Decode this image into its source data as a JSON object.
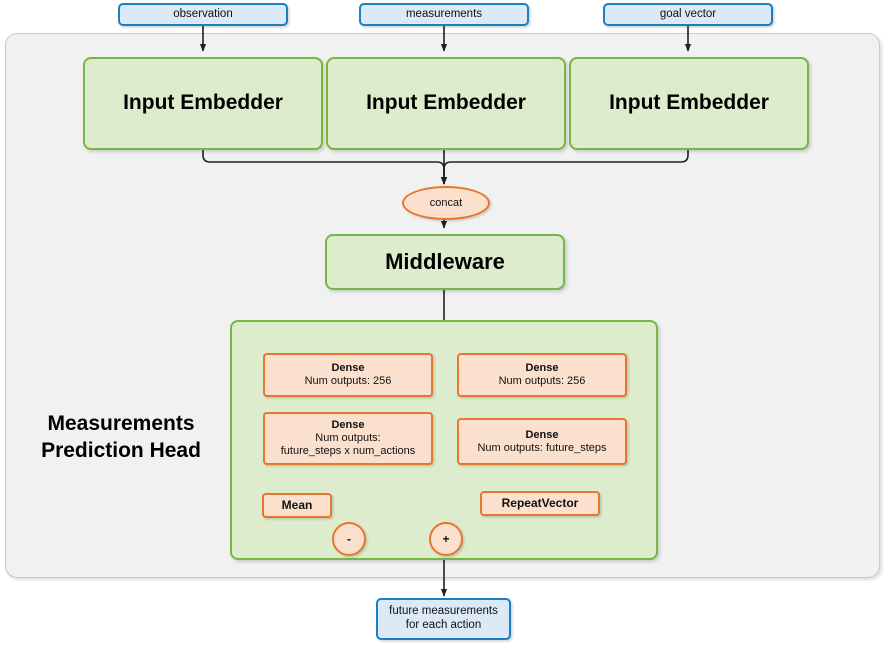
{
  "diagram": {
    "title": "Measurements Prediction Head network diagram",
    "colors": {
      "input_border": "#1b7fc4",
      "input_fill": "#dce9f7",
      "module_border": "#74b743",
      "module_fill": "#ddeccd",
      "layer_border": "#e8762c",
      "layer_fill": "#fbe0ce",
      "container_fill": "#f1f1f1",
      "edge": "#231f20"
    },
    "inputs": [
      {
        "label": "observation"
      },
      {
        "label": "measurements"
      },
      {
        "label": "goal vector"
      }
    ],
    "embedders": [
      {
        "label": "Input Embedder"
      },
      {
        "label": "Input Embedder"
      },
      {
        "label": "Input Embedder"
      }
    ],
    "concat": {
      "label": "concat"
    },
    "middleware": {
      "label": "Middleware"
    },
    "head": {
      "title_line1": "Measurements",
      "title_line2": "Prediction Head",
      "left_branch": {
        "dense_1": {
          "title": "Dense",
          "sub": "Num outputs: 256"
        },
        "dense_2": {
          "title": "Dense",
          "sub_line1": "Num outputs:",
          "sub_line2": "future_steps x num_actions"
        },
        "mean": {
          "label": "Mean"
        },
        "operator": {
          "label": "-"
        }
      },
      "right_branch": {
        "dense_1": {
          "title": "Dense",
          "sub": "Num outputs: 256"
        },
        "dense_2": {
          "title": "Dense",
          "sub": "Num outputs: future_steps"
        },
        "repeat_vector": {
          "label": "RepeatVector"
        }
      },
      "merge_operator": {
        "label": "+"
      }
    },
    "output": {
      "line1": "future measurements",
      "line2": "for each action"
    }
  }
}
